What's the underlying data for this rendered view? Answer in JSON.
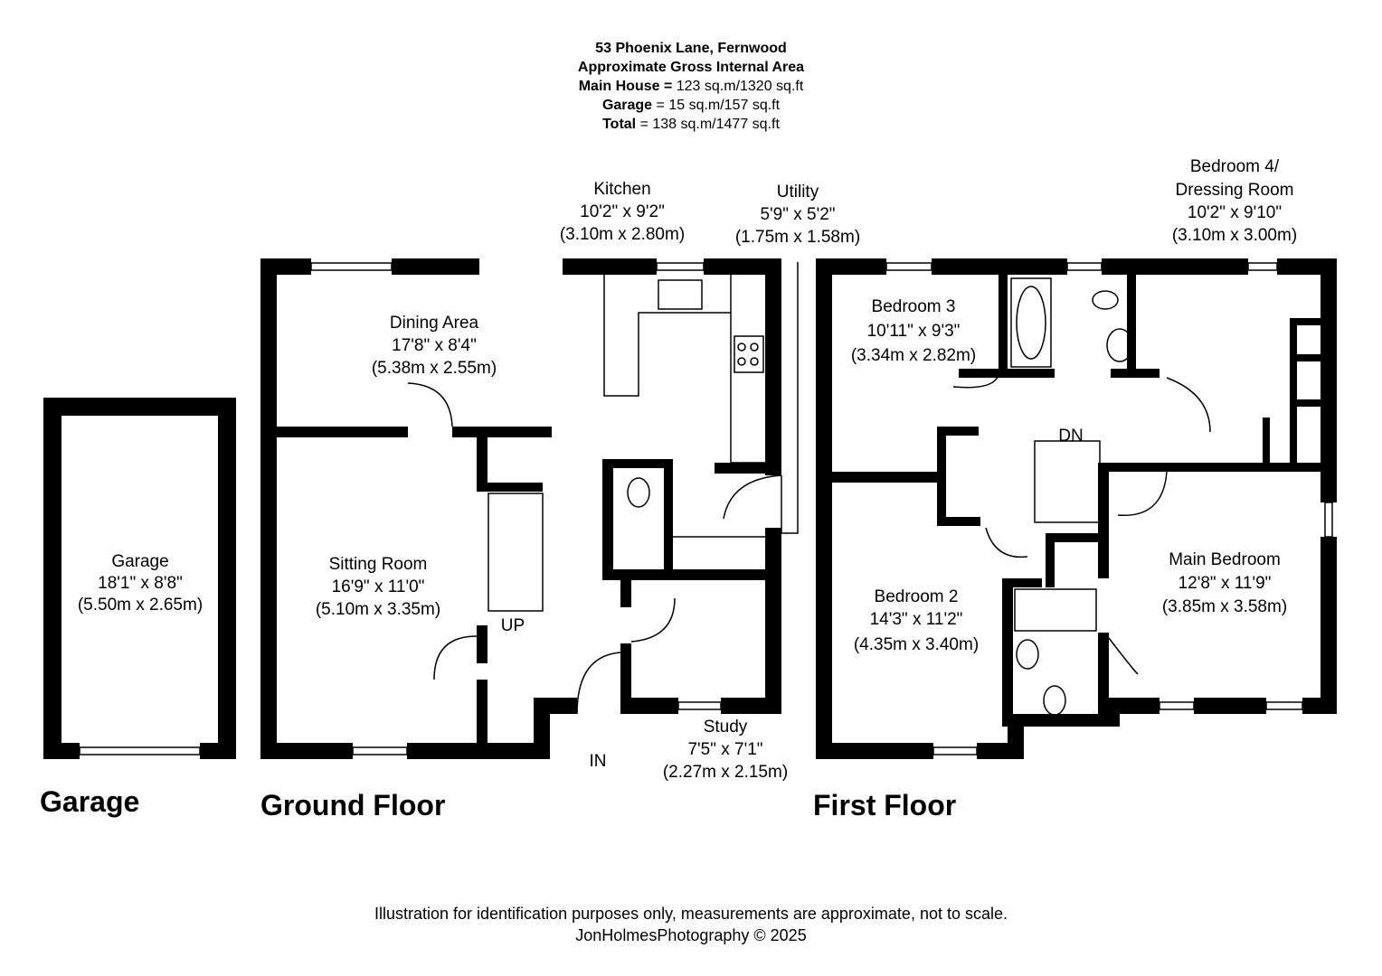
{
  "header": {
    "address": "53 Phoenix Lane, Fernwood",
    "area_title": "Approximate Gross Internal Area",
    "main_house_label": "Main House =",
    "main_house_value": "123 sq.m/1320 sq.ft",
    "garage_label": "Garage",
    "garage_value": "= 15 sq.m/157 sq.ft",
    "total_label": "Total",
    "total_value": "= 138 sq.m/1477 sq.ft"
  },
  "floors": {
    "garage": "Garage",
    "ground": "Ground Floor",
    "first": "First Floor"
  },
  "rooms": {
    "garage": {
      "name": "Garage",
      "imperial": "18'1\" x 8'8\"",
      "metric": "(5.50m x 2.65m)"
    },
    "kitchen": {
      "name": "Kitchen",
      "imperial": "10'2\" x 9'2\"",
      "metric": "(3.10m x 2.80m)"
    },
    "utility": {
      "name": "Utility",
      "imperial": "5'9\" x 5'2\"",
      "metric": "(1.75m x 1.58m)"
    },
    "dining": {
      "name": "Dining Area",
      "imperial": "17'8\" x 8'4\"",
      "metric": "(5.38m x 2.55m)"
    },
    "sitting": {
      "name": "Sitting Room",
      "imperial": "16'9\" x 11'0\"",
      "metric": "(5.10m x 3.35m)"
    },
    "study": {
      "name": "Study",
      "imperial": "7'5\" x 7'1\"",
      "metric": "(2.27m x 2.15m)"
    },
    "bedroom3": {
      "name": "Bedroom 3",
      "imperial": "10'11\" x 9'3\"",
      "metric": "(3.34m x 2.82m)"
    },
    "bedroom4": {
      "name": "Bedroom 4/",
      "name2": "Dressing Room",
      "imperial": "10'2\" x 9'10\"",
      "metric": "(3.10m x 3.00m)"
    },
    "bedroom2": {
      "name": "Bedroom 2",
      "imperial": "14'3\" x 11'2\"",
      "metric": "(4.35m x 3.40m)"
    },
    "main_bedroom": {
      "name": "Main Bedroom",
      "imperial": "12'8\" x 11'9\"",
      "metric": "(3.85m x 3.58m)"
    }
  },
  "markers": {
    "up": "UP",
    "in": "IN",
    "dn": "DN"
  },
  "footer": {
    "disclaimer": "Illustration for identification purposes only, measurements are approximate, not to scale.",
    "credit": "JonHolmesPhotography © 2025"
  }
}
